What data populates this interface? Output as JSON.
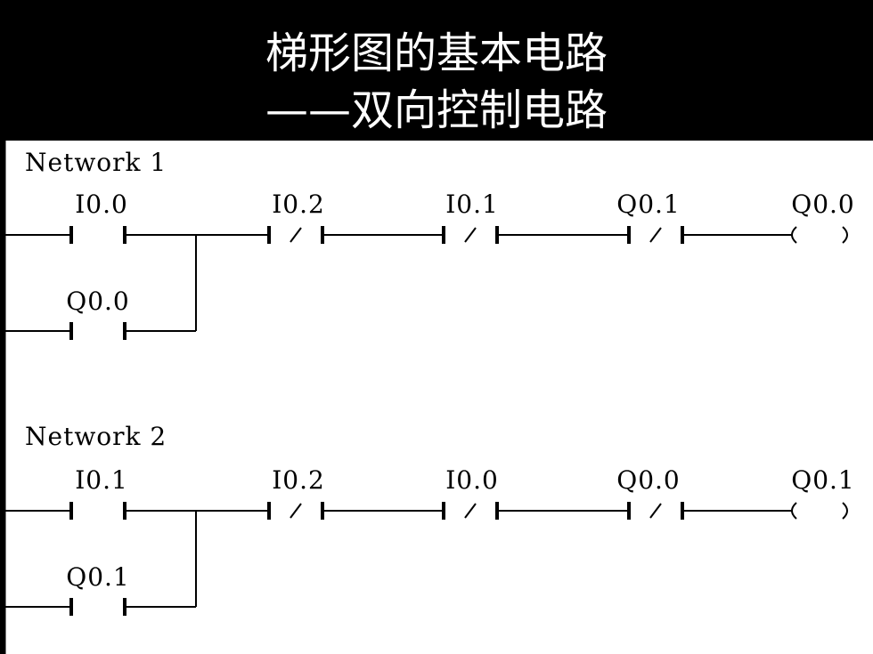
{
  "title": {
    "line1": "梯形图的基本电路",
    "line2": "——双向控制电路"
  },
  "networks": [
    {
      "label": "Network 1",
      "contacts": [
        {
          "address": "I0.0",
          "type": "NO"
        },
        {
          "address": "I0.2",
          "type": "NC"
        },
        {
          "address": "I0.1",
          "type": "NC"
        },
        {
          "address": "Q0.1",
          "type": "NC"
        }
      ],
      "coil": {
        "address": "Q0.0"
      },
      "parallel": {
        "address": "Q0.0",
        "type": "NO"
      }
    },
    {
      "label": "Network 2",
      "contacts": [
        {
          "address": "I0.1",
          "type": "NO"
        },
        {
          "address": "I0.2",
          "type": "NC"
        },
        {
          "address": "I0.0",
          "type": "NC"
        },
        {
          "address": "Q0.0",
          "type": "NC"
        }
      ],
      "coil": {
        "address": "Q0.1"
      },
      "parallel": {
        "address": "Q0.1",
        "type": "NO"
      }
    }
  ],
  "colors": {
    "background": "#000000",
    "title_text": "#ffffff",
    "diagram_bg": "#ffffff",
    "ink": "#000000"
  }
}
